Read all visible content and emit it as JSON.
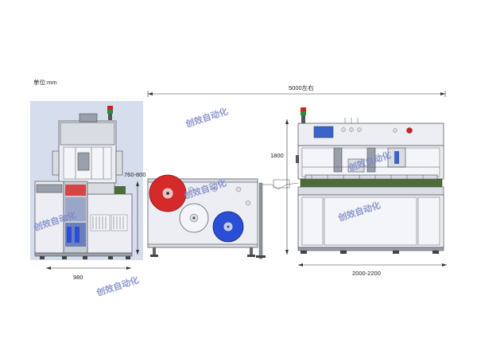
{
  "unit_label": "单位:mm",
  "dimensions": {
    "total_length": "5000左右",
    "left_height": "760-800",
    "left_width": "980",
    "right_height": "1800",
    "right_width": "2000-2200"
  },
  "watermark": "创效自动化",
  "colors": {
    "panel_bg": "#d6ddec",
    "frame": "#eceef3",
    "red_reel": "#d62a2a",
    "blue_reel": "#2a4fd6",
    "green_platform": "#4e6b3a",
    "signal_red": "#cc2222",
    "signal_green": "#2a8a3a",
    "screen_blue": "#3a64c8"
  }
}
